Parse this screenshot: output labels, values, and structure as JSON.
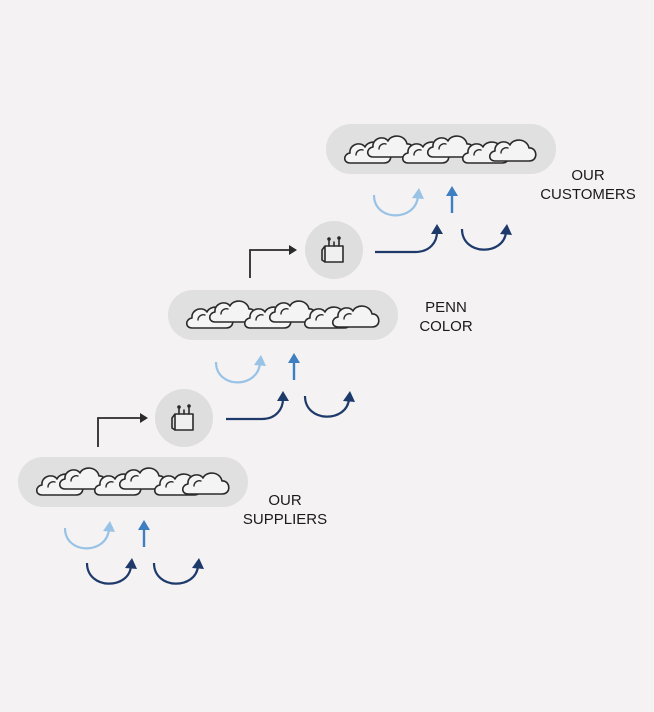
{
  "labels": {
    "customers": [
      "OUR",
      "CUSTOMERS"
    ],
    "penn": [
      "PENN",
      "COLOR"
    ],
    "suppliers": [
      "OUR",
      "SUPPLIERS"
    ]
  },
  "icons": {
    "cloud": "cloud-icon",
    "bag": "shopping-bag-icon",
    "arrow": "arrow-icon"
  },
  "colors": {
    "background": "#f4f2f3",
    "pill": "#e0e0e0",
    "circle": "#dedede",
    "stroke": "#2a2a2a",
    "light_arrow": "#98c3e6",
    "mid_arrow": "#3d7fc0",
    "dark_arrow": "#1e3a6b"
  }
}
